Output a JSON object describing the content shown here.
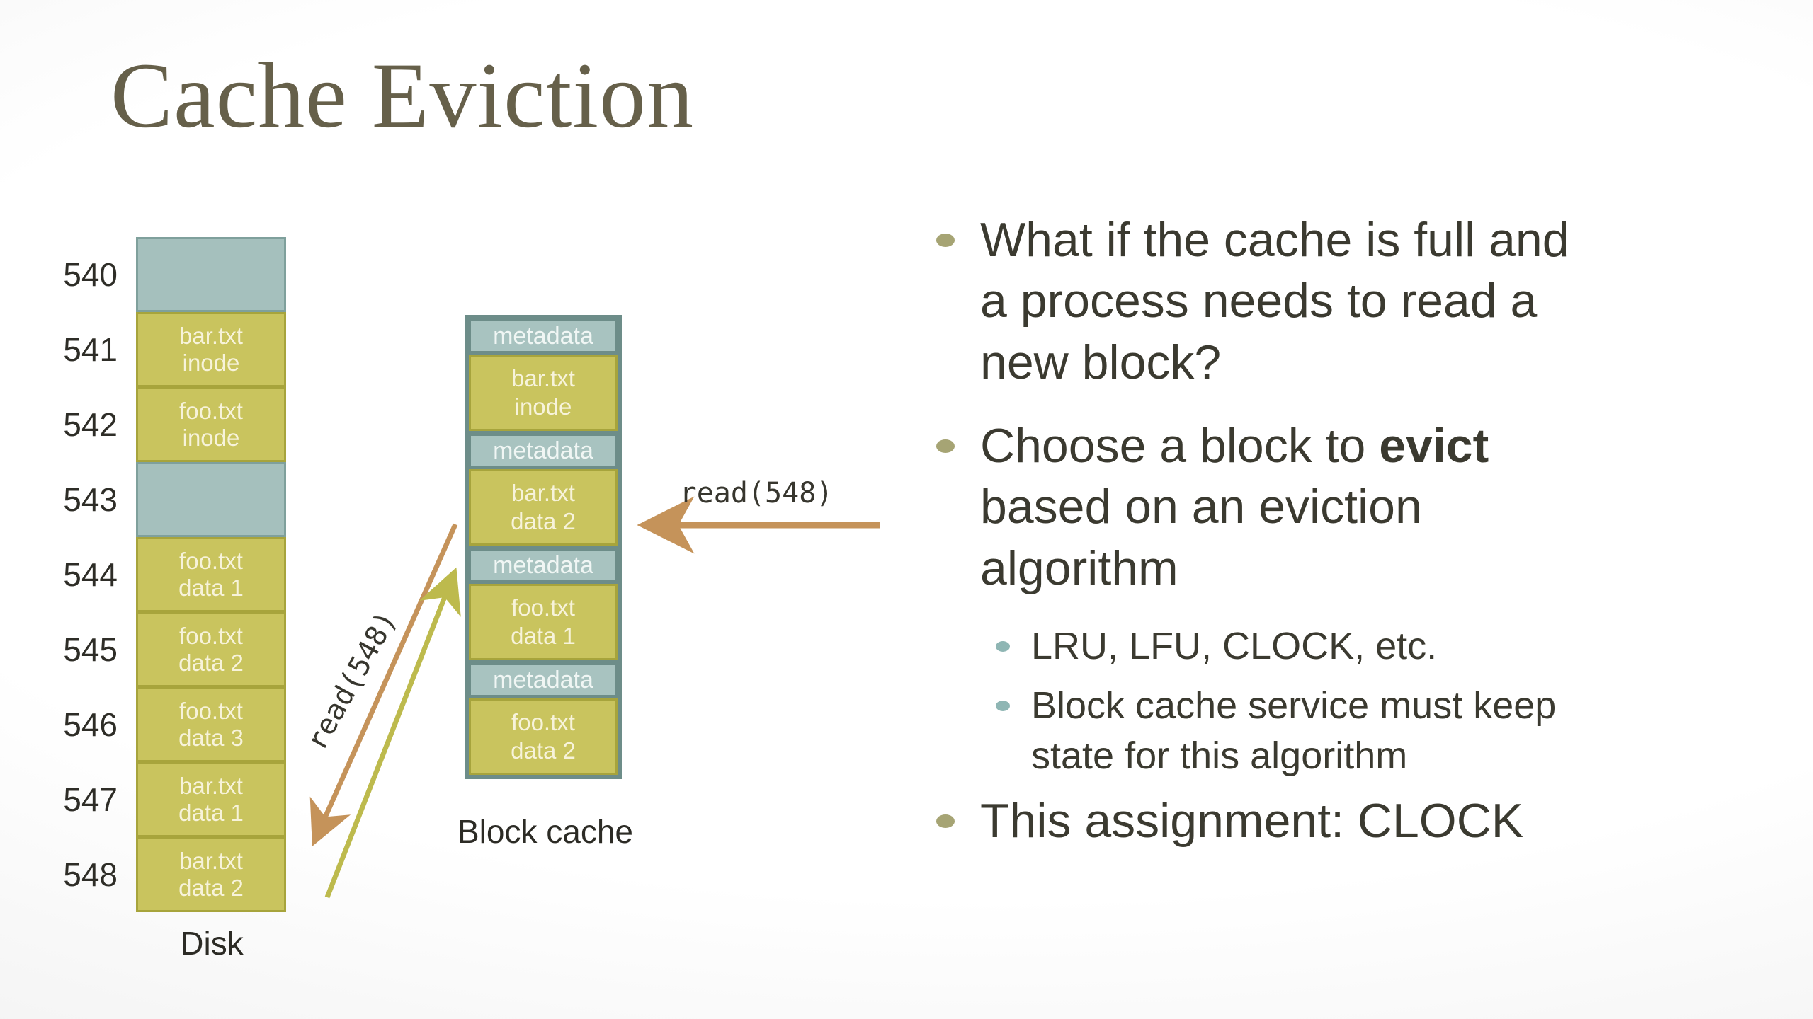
{
  "title": "Cache Eviction",
  "diagram": {
    "disk": {
      "caption": "Disk",
      "blocks": [
        {
          "num": "540",
          "kind": "free",
          "line1": "",
          "line2": ""
        },
        {
          "num": "541",
          "kind": "used",
          "line1": "bar.txt",
          "line2": "inode"
        },
        {
          "num": "542",
          "kind": "used",
          "line1": "foo.txt",
          "line2": "inode"
        },
        {
          "num": "543",
          "kind": "free",
          "line1": "",
          "line2": ""
        },
        {
          "num": "544",
          "kind": "used",
          "line1": "foo.txt",
          "line2": "data 1"
        },
        {
          "num": "545",
          "kind": "used",
          "line1": "foo.txt",
          "line2": "data 2"
        },
        {
          "num": "546",
          "kind": "used",
          "line1": "foo.txt",
          "line2": "data 3"
        },
        {
          "num": "547",
          "kind": "used",
          "line1": "bar.txt",
          "line2": "data 1"
        },
        {
          "num": "548",
          "kind": "used",
          "line1": "bar.txt",
          "line2": "data 2"
        }
      ]
    },
    "cache": {
      "caption": "Block cache",
      "entries": [
        {
          "meta": "metadata",
          "line1": "bar.txt",
          "line2": "inode"
        },
        {
          "meta": "metadata",
          "line1": "bar.txt",
          "line2": "data 2"
        },
        {
          "meta": "metadata",
          "line1": "foo.txt",
          "line2": "data 1"
        },
        {
          "meta": "metadata",
          "line1": "foo.txt",
          "line2": "data 2"
        }
      ]
    },
    "labels": {
      "read_diagonal": "read(548)",
      "read_horizontal": "read(548)"
    }
  },
  "bullets": {
    "b1": "What if the cache is full and\na process needs to read a\nnew block?",
    "b2_pre": "Choose a block to ",
    "b2_bold": "evict",
    "b2_post": "\nbased on an eviction\nalgorithm",
    "s1": "LRU, LFU, CLOCK, etc.",
    "s2": "Block cache service must keep\nstate for this algorithm",
    "b3": "This assignment: CLOCK"
  },
  "colors": {
    "title_text": "#66604a",
    "body_text": "#3b3a30",
    "block_olive": "#c9c45e",
    "block_olive_border": "#a7a43c",
    "block_teal": "#a5c0bd",
    "block_teal_border": "#7fa09c",
    "cache_frame": "#6d8d89",
    "block_label_text": "#f7f3da",
    "arrow_tan": "#c5935a",
    "arrow_olive": "#bdba4d",
    "bullet_dot_level1": "#a6a474",
    "bullet_dot_level2": "#8fb6b4"
  }
}
